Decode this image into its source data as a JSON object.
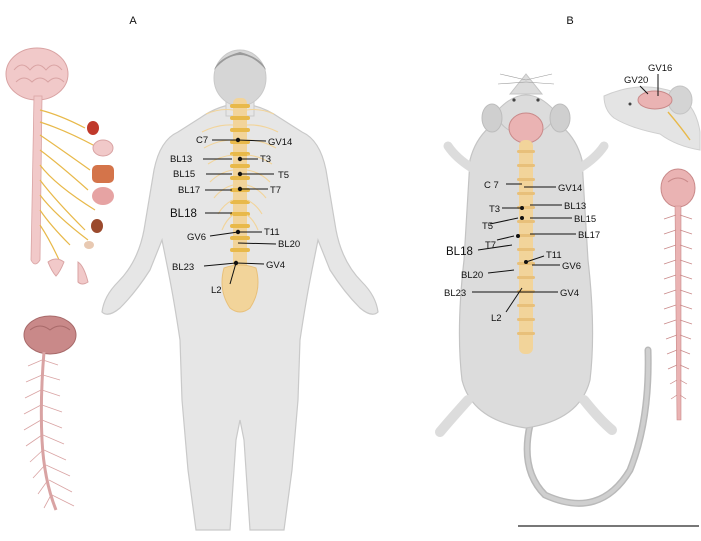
{
  "panels": {
    "a": "A",
    "b": "B"
  },
  "human": {
    "points": [
      "C7",
      "GV14",
      "BL13",
      "T3",
      "BL15",
      "T5",
      "BL17",
      "T7",
      "BL18",
      "GV6",
      "T11",
      "BL20",
      "BL23",
      "GV4",
      "L2"
    ]
  },
  "rat": {
    "points": [
      "C 7",
      "GV14",
      "T3",
      "BL13",
      "BL15",
      "T5",
      "BL17",
      "BL18",
      "T7",
      "T11",
      "GV6",
      "BL20",
      "BL23",
      "GV4",
      "L2"
    ],
    "head_points": [
      "GV16",
      "GV20"
    ]
  },
  "colors": {
    "skin": "#e6e6e6",
    "skin_outline": "#c9c9c9",
    "hair": "#9a9a9a",
    "spine": "#f2d49a",
    "nerve": "#e8b94a",
    "brain": "#eab3b3",
    "brain_dark": "#c98989",
    "rat_body": "#dcdcdc",
    "rat_tail": "#b9b9b9",
    "line": "#111111"
  }
}
